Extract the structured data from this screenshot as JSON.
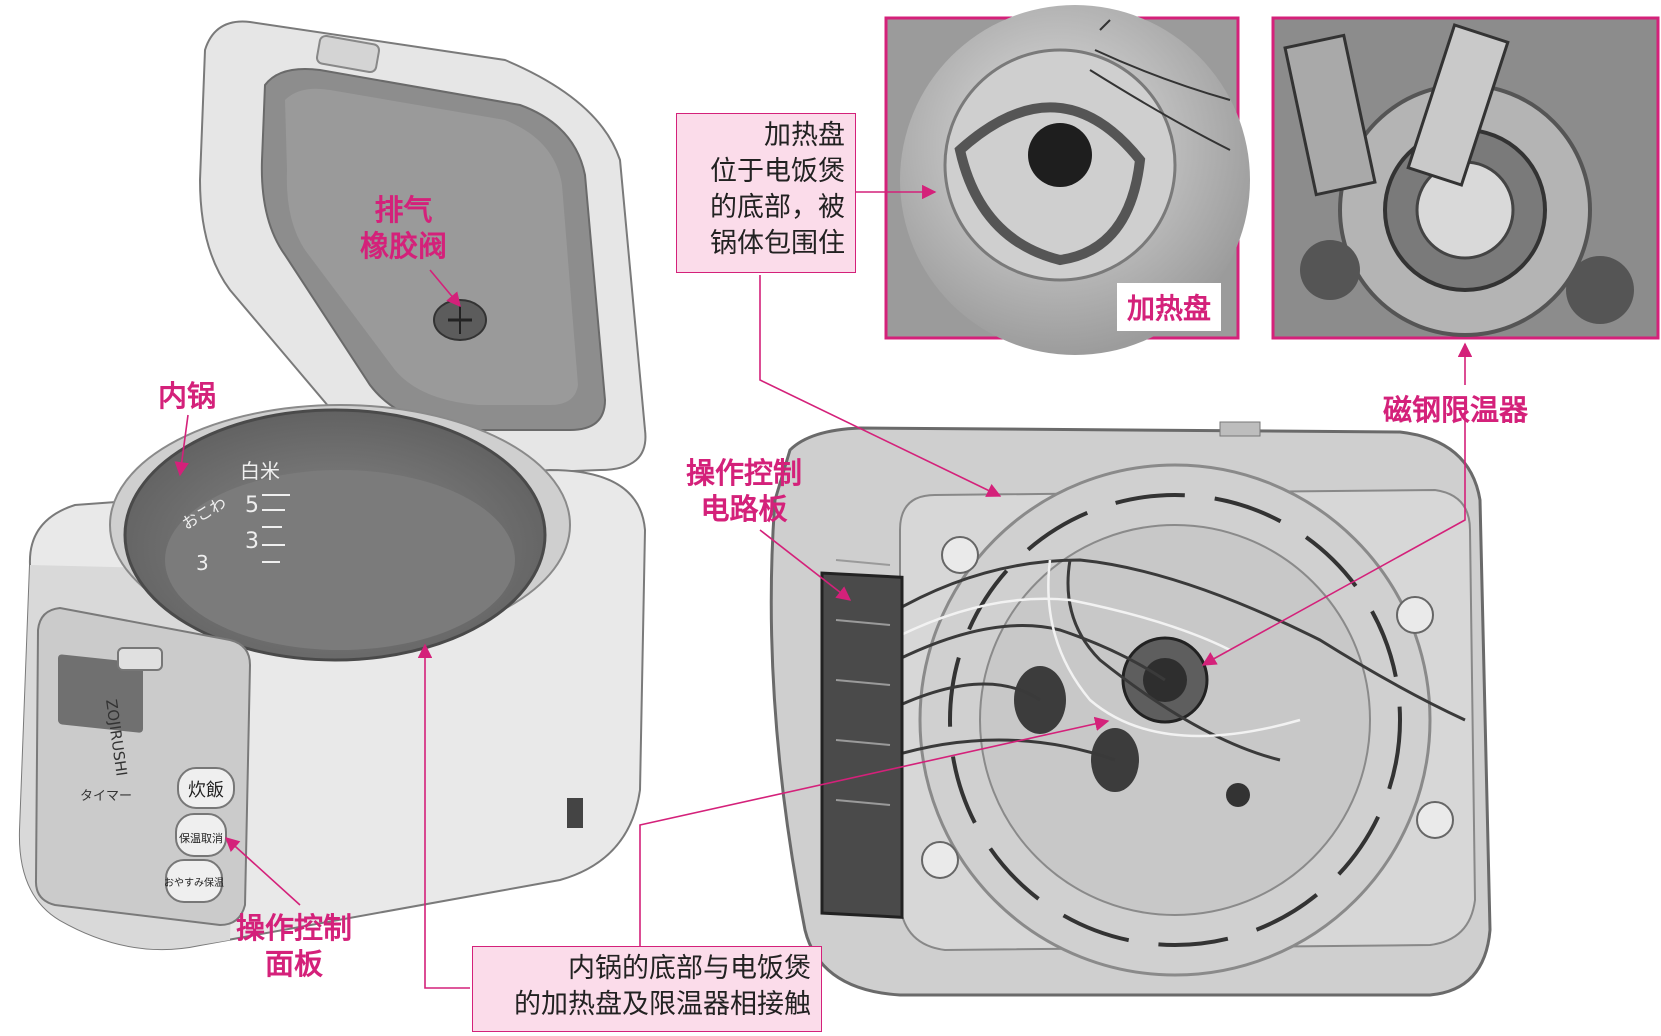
{
  "labels": {
    "vent": [
      "排气",
      "橡胶阀"
    ],
    "inner_pot": "内锅",
    "panel": [
      "操作控制",
      "面板"
    ],
    "board": [
      "操作控制",
      "电路板"
    ],
    "limiter": "磁钢限温器",
    "heat_plate_tag": "加热盘"
  },
  "callouts": {
    "heat_plate": [
      "加热盘",
      "位于电饭煲",
      "的底部，被",
      "锅体包围住"
    ],
    "contact": [
      "内锅的底部与电饭煲",
      "的加热盘及限温器相接触"
    ]
  },
  "product_marks": {
    "scale_white_rice": "白米",
    "scale_okowa": "おこわ",
    "scale_numbers": [
      "5",
      "3",
      "3"
    ],
    "brand": "ZOJIRUSHI",
    "btn_cook": "炊飯",
    "btn_keep": "保温取消",
    "btn_rest": "おやすみ保温",
    "timer": "タイマー"
  },
  "colors": {
    "accent": "#d4217a",
    "callout_fill": "#fbdcea"
  }
}
